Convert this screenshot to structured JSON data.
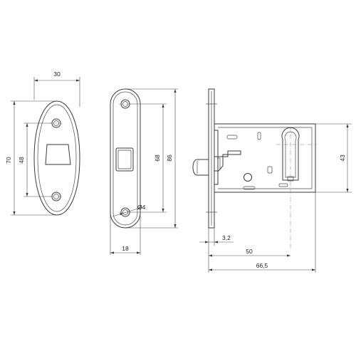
{
  "drawing": {
    "strike_plate": {
      "width_label": "30",
      "height_label": "70",
      "hole_spacing_label": "48"
    },
    "faceplate": {
      "width_label": "18",
      "hole_spacing_label": "68",
      "height_label": "86",
      "hole_diameter_label": "Ø4"
    },
    "lock_body": {
      "height_label": "43",
      "faceplate_thickness_label": "3,2",
      "backset_label": "50",
      "depth_label": "66,5"
    }
  },
  "colors": {
    "line": "#3a3a3a",
    "background": "#ffffff"
  }
}
